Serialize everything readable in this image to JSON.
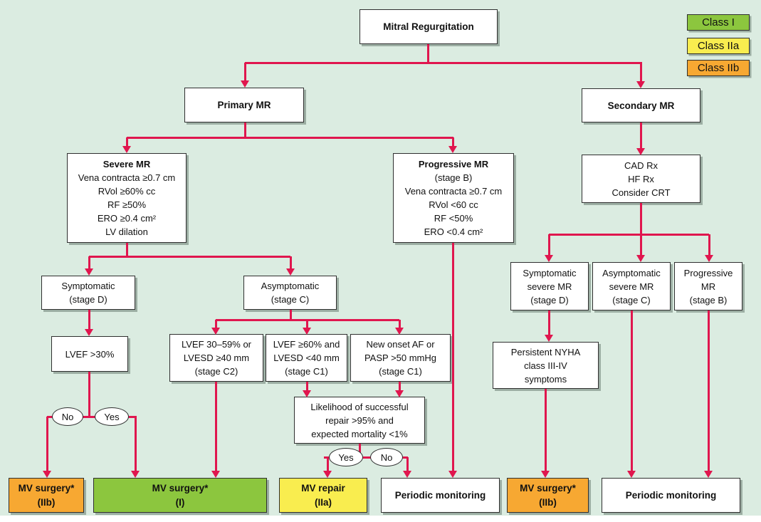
{
  "diagram": {
    "background_color": "#dbece1",
    "arrow_color": "#e0164e",
    "legend": {
      "class1": {
        "label": "Class I",
        "color": "#8cc63e"
      },
      "class2a": {
        "label": "Class IIa",
        "color": "#f9ed4f"
      },
      "class2b": {
        "label": "Class IIb",
        "color": "#f7a832"
      }
    },
    "nodes": {
      "mitral": {
        "l0": "Mitral Regurgitation"
      },
      "primary": {
        "l0": "Primary MR"
      },
      "secondary": {
        "l0": "Secondary MR"
      },
      "severe": {
        "l0": "Severe MR",
        "l1": "Vena contracta ≥0.7 cm",
        "l2": "RVol ≥60% cc",
        "l3": "RF ≥50%",
        "l4": "ERO ≥0.4 cm²",
        "l5": "LV dilation"
      },
      "progressive_mid": {
        "l0": "Progressive MR",
        "l1": "(stage B)",
        "l2": "Vena contracta ≥0.7 cm",
        "l3": "RVol <60 cc",
        "l4": "RF <50%",
        "l5": "ERO <0.4 cm²"
      },
      "cadrx": {
        "l0": "CAD Rx",
        "l1": "HF Rx",
        "l2": "Consider CRT"
      },
      "symptomatic_d": {
        "l0": "Symptomatic",
        "l1": "(stage D)"
      },
      "asymptomatic_c": {
        "l0": "Asymptomatic",
        "l1": "(stage C)"
      },
      "lvef30": {
        "l0": "LVEF >30%"
      },
      "stage_c2": {
        "l0": "LVEF 30–59% or",
        "l1": "LVESD ≥40 mm",
        "l2": "(stage C2)"
      },
      "stage_c1_echo": {
        "l0": "LVEF ≥60% and",
        "l1": "LVESD <40 mm",
        "l2": "(stage C1)"
      },
      "stage_c1_af": {
        "l0": "New onset AF or",
        "l1": "PASP >50 mmHg",
        "l2": "(stage C1)"
      },
      "likelihood": {
        "l0": "Likelihood of successful",
        "l1": "repair >95% and",
        "l2": "expected mortality <1%"
      },
      "symp_severe": {
        "l0": "Symptomatic",
        "l1": "severe MR",
        "l2": "(stage D)"
      },
      "asymp_severe": {
        "l0": "Asymptomatic",
        "l1": "severe MR",
        "l2": "(stage C)"
      },
      "prog_b": {
        "l0": "Progressive",
        "l1": "MR",
        "l2": "(stage B)"
      },
      "nyha": {
        "l0": "Persistent NYHA",
        "l1": "class III-IV",
        "l2": "symptoms"
      },
      "mv_surgery_iib_left": {
        "l0": "MV surgery*",
        "l1": "(IIb)"
      },
      "mv_surgery_i": {
        "l0": "MV surgery*",
        "l1": "(I)"
      },
      "mv_repair_iia": {
        "l0": "MV repair",
        "l1": "(IIa)"
      },
      "periodic_mid": {
        "l0": "Periodic monitoring"
      },
      "mv_surgery_iib_right": {
        "l0": "MV surgery*",
        "l1": "(IIb)"
      },
      "periodic_right": {
        "l0": "Periodic monitoring"
      }
    },
    "decisions": {
      "no1": "No",
      "yes1": "Yes",
      "yes2": "Yes",
      "no2": "No"
    }
  }
}
